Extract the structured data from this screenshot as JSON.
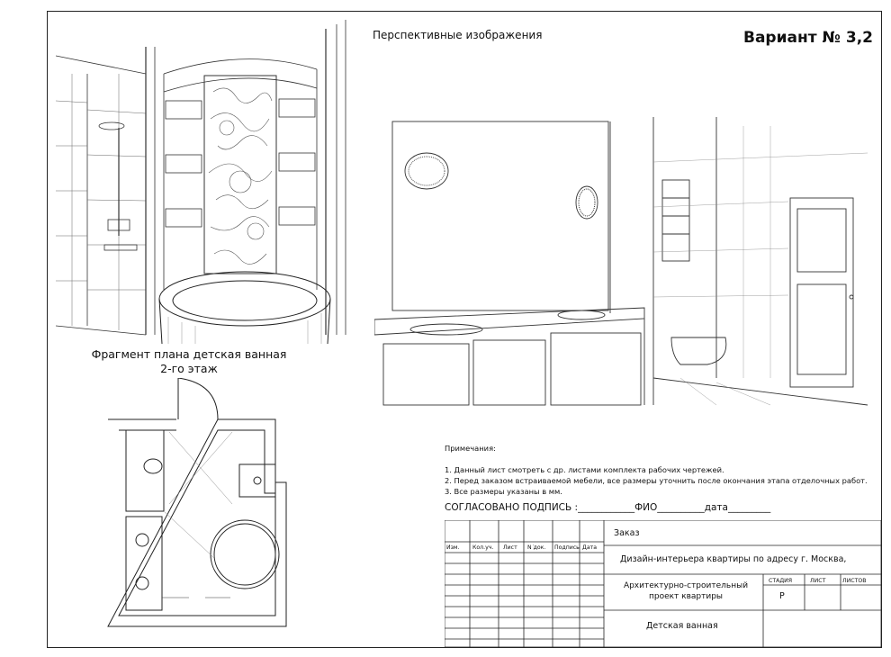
{
  "header": {
    "title": "Вариант № 3,2",
    "perspective_label": "Перспективные изображения"
  },
  "plan": {
    "title_line1": "Фрагмент плана детская ванная",
    "title_line2": "2-го этаж"
  },
  "notes": {
    "heading": "Примечания:",
    "items": [
      "1. Данный лист смотреть с  др. листами комплекта рабочих чертежей.",
      "2. Перед заказом встраиваемой мебели, все размеры уточнить после окончания этапа отделочных работ.",
      "3. Все размеры указаны в мм."
    ]
  },
  "approval": {
    "text": "СОГЛАСОВАНО ПОДПИСЬ :____________ФИО__________дата_________"
  },
  "stamp": {
    "order_label": "Заказ",
    "columns": [
      "Изм.",
      "Кол.уч.",
      "Лист",
      "N ͘док.",
      "Подпись",
      "Дата"
    ],
    "address": "Дизайн-интерьера квартиры по адресу г. Москва,",
    "project_line1": "Архитектурно-строительный",
    "project_line2": "проект квартиры",
    "stage_label": "СТАДИЯ",
    "sheet_label": "ЛИСТ",
    "sheets_label": "ЛИСТОВ",
    "stage_value": "Р",
    "room": "Детская ванная"
  }
}
